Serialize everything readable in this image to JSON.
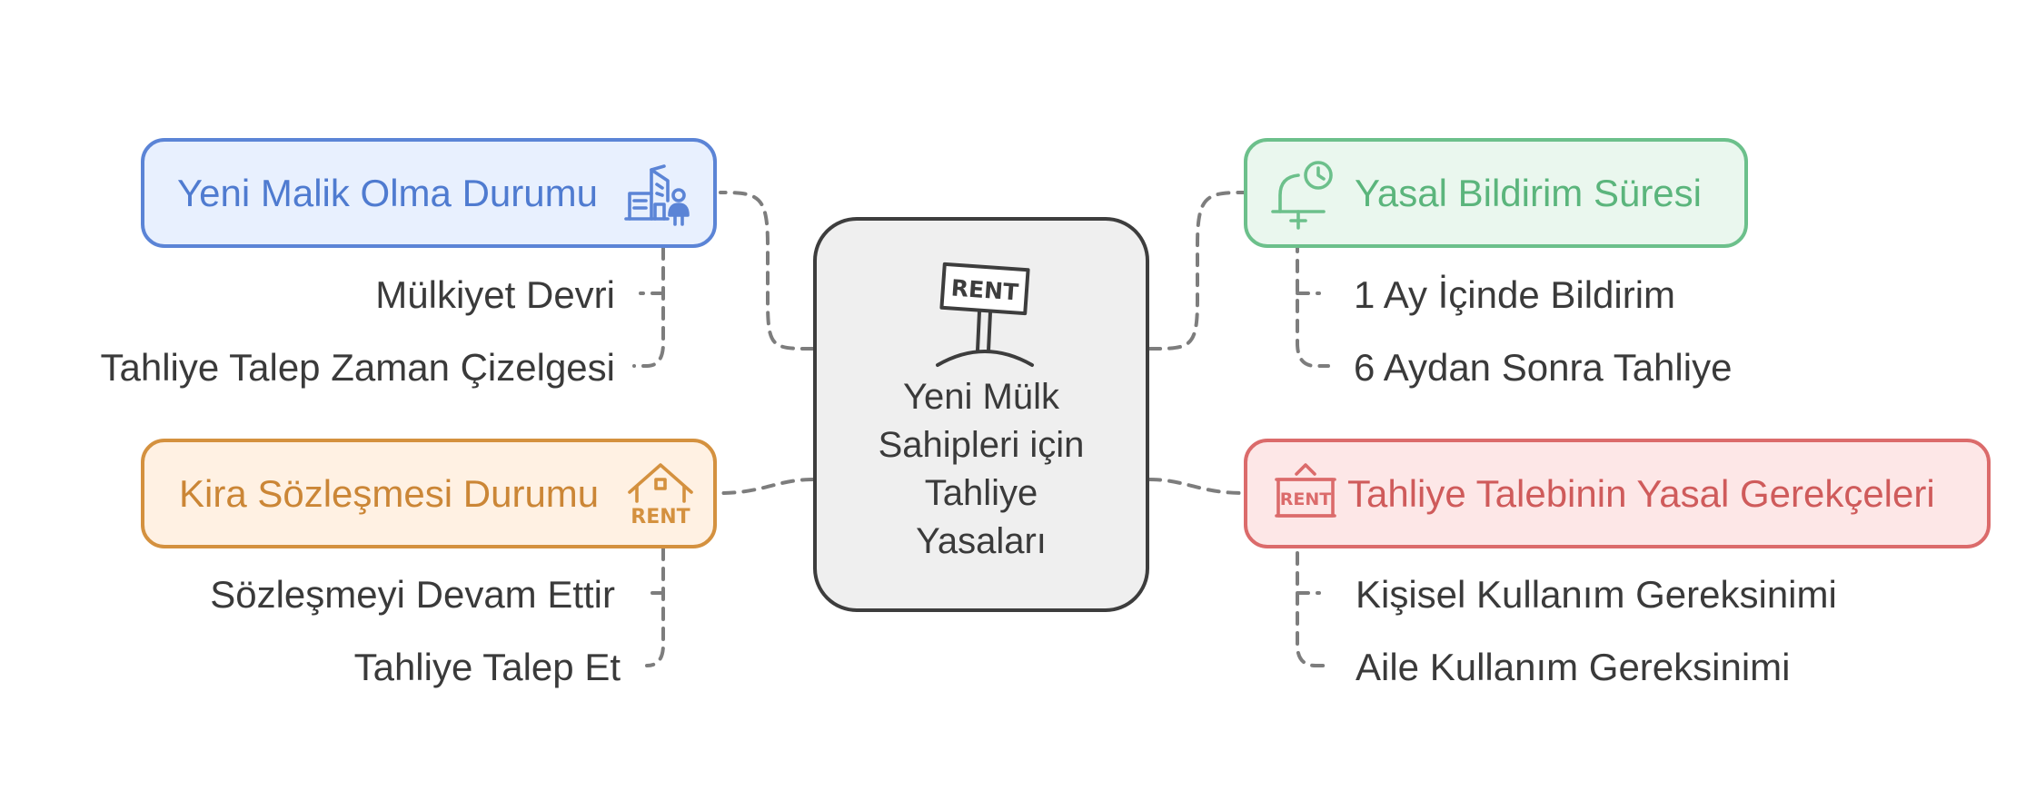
{
  "center": {
    "title_lines": [
      "Yeni Mülk",
      "Sahipleri için",
      "Tahliye",
      "Yasaları"
    ],
    "icon": "rent-sign-icon",
    "icon_text": "RENT"
  },
  "branches": {
    "new_owner": {
      "label": "Yeni Malik Olma Durumu",
      "icon": "building-person-icon",
      "color": "#5b84d6",
      "children": [
        "Mülkiyet Devri",
        "Tahliye Talep Zaman Çizelgesi"
      ]
    },
    "lease": {
      "label": "Kira Sözleşmesi Durumu",
      "icon": "house-rent-icon",
      "icon_text": "RENT",
      "color": "#d4913f",
      "children": [
        "Sözleşmeyi Devam Ettir",
        "Tahliye Talep Et"
      ]
    },
    "notice": {
      "label": "Yasal Bildirim Süresi",
      "icon": "bell-clock-icon",
      "color": "#6cc08b",
      "children": [
        "1 Ay İçinde Bildirim",
        "6 Aydan Sonra Tahliye"
      ]
    },
    "grounds": {
      "label": "Tahliye Talebinin Yasal Gerekçeleri",
      "icon": "rent-board-icon",
      "icon_text": "RENT",
      "color": "#db6b6b",
      "children": [
        "Kişisel Kullanım Gereksinimi",
        "Aile Kullanım Gereksinimi"
      ]
    }
  }
}
